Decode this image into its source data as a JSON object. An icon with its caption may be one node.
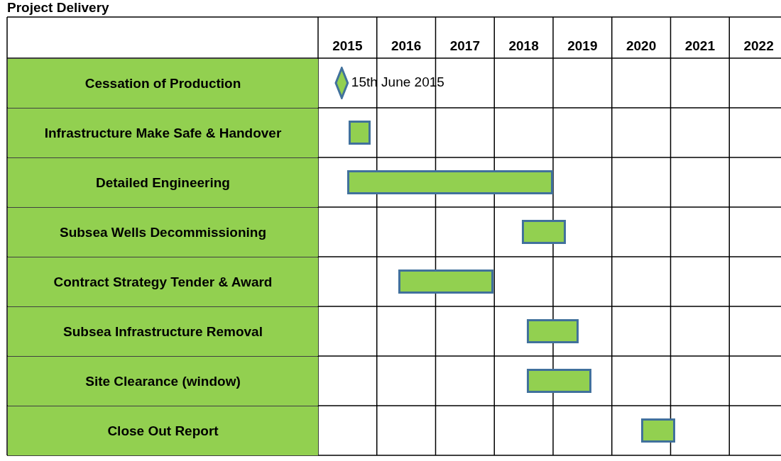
{
  "diagram": {
    "title": "Project Delivery",
    "nodes": [
      {
        "text": [
          "Cessation of Production"
        ]
      },
      {
        "text": [
          "Infrastructure Make Safe & Handover"
        ]
      },
      {
        "text": [
          "Detailed Engineering"
        ]
      },
      {
        "text": [
          "Subsea Wells Decommissioning"
        ]
      },
      {
        "text": [
          "Contract Strategy Tender & Award"
        ]
      },
      {
        "text": [
          "Subsea Infrastructure Removal"
        ]
      },
      {
        "text": [
          "Site Clearance (window)"
        ]
      },
      {
        "text": [
          "Close Out Report"
        ]
      },
      {
        "text": [],
        "shape": "diamond",
        "beside": [
          "15th June 2015"
        ]
      },
      {
        "text": [],
        "shape": "bar"
      },
      {
        "text": [],
        "shape": "bar"
      },
      {
        "text": [],
        "shape": "bar"
      },
      {
        "text": [],
        "shape": "bar"
      },
      {
        "text": [],
        "shape": "bar"
      },
      {
        "text": [],
        "shape": "bar"
      },
      {
        "text": [],
        "shape": "bar"
      }
    ],
    "labels": [
      "2015",
      "2016",
      "2017",
      "2018",
      "2019",
      "2020",
      "2021",
      "2022"
    ]
  }
}
